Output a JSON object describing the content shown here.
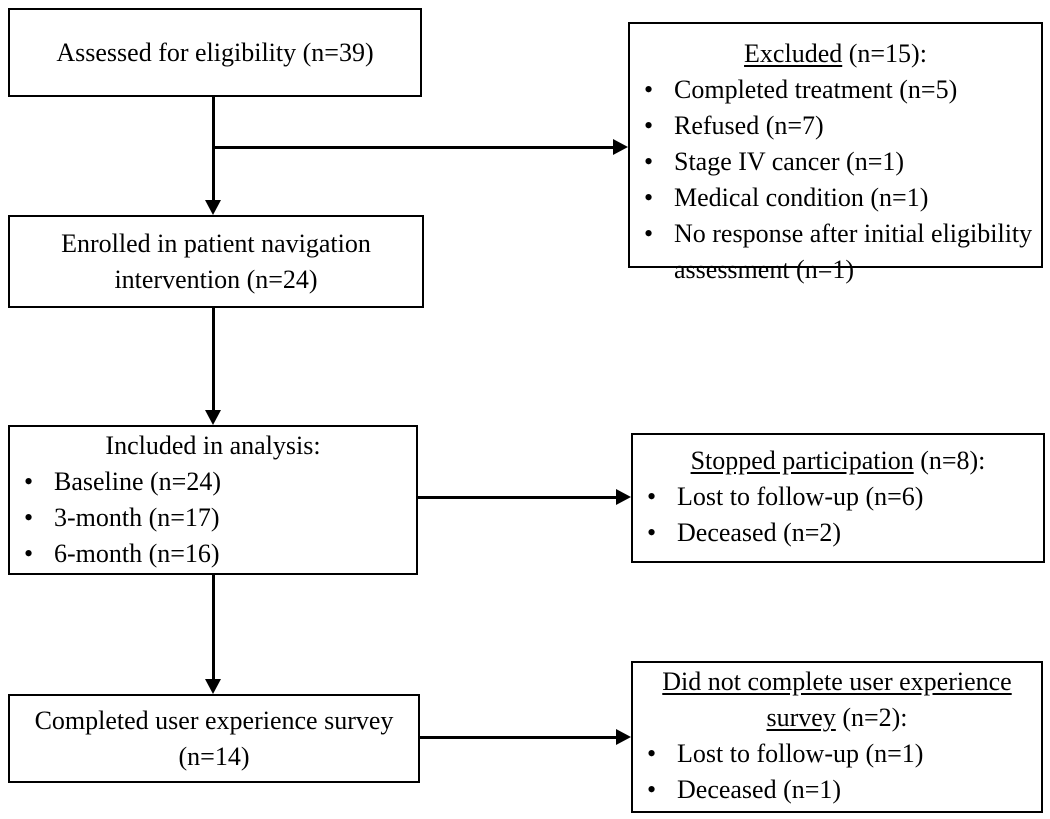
{
  "colors": {
    "box_border": "#000000",
    "text": "#000000",
    "background": "#ffffff",
    "connector": "#000000"
  },
  "glyphs": {
    "bullet": "•"
  },
  "boxes": {
    "assessed": {
      "text": "Assessed for eligibility (n=39)"
    },
    "excluded": {
      "title_underlined": "Excluded",
      "title_rest": " (n=15):",
      "items": [
        "Completed treatment (n=5)",
        "Refused (n=7)",
        "Stage IV cancer (n=1)",
        "Medical condition (n=1)",
        "No response after initial eligibility assessment (n=1)"
      ]
    },
    "enrolled": {
      "text": "Enrolled in patient navigation intervention (n=24)"
    },
    "included": {
      "title": "Included in analysis:",
      "items": [
        "Baseline (n=24)",
        "3-month (n=17)",
        "6-month (n=16)"
      ]
    },
    "stopped": {
      "title_underlined": "Stopped participation",
      "title_rest": " (n=8):",
      "items": [
        "Lost to follow-up (n=6)",
        "Deceased (n=2)"
      ]
    },
    "completed": {
      "text": "Completed user experience survey (n=14)"
    },
    "not_completed": {
      "title_underlined": "Did not complete user experience survey",
      "title_rest": " (n=2):",
      "items": [
        "Lost to follow-up (n=1)",
        "Deceased (n=1)"
      ]
    }
  }
}
